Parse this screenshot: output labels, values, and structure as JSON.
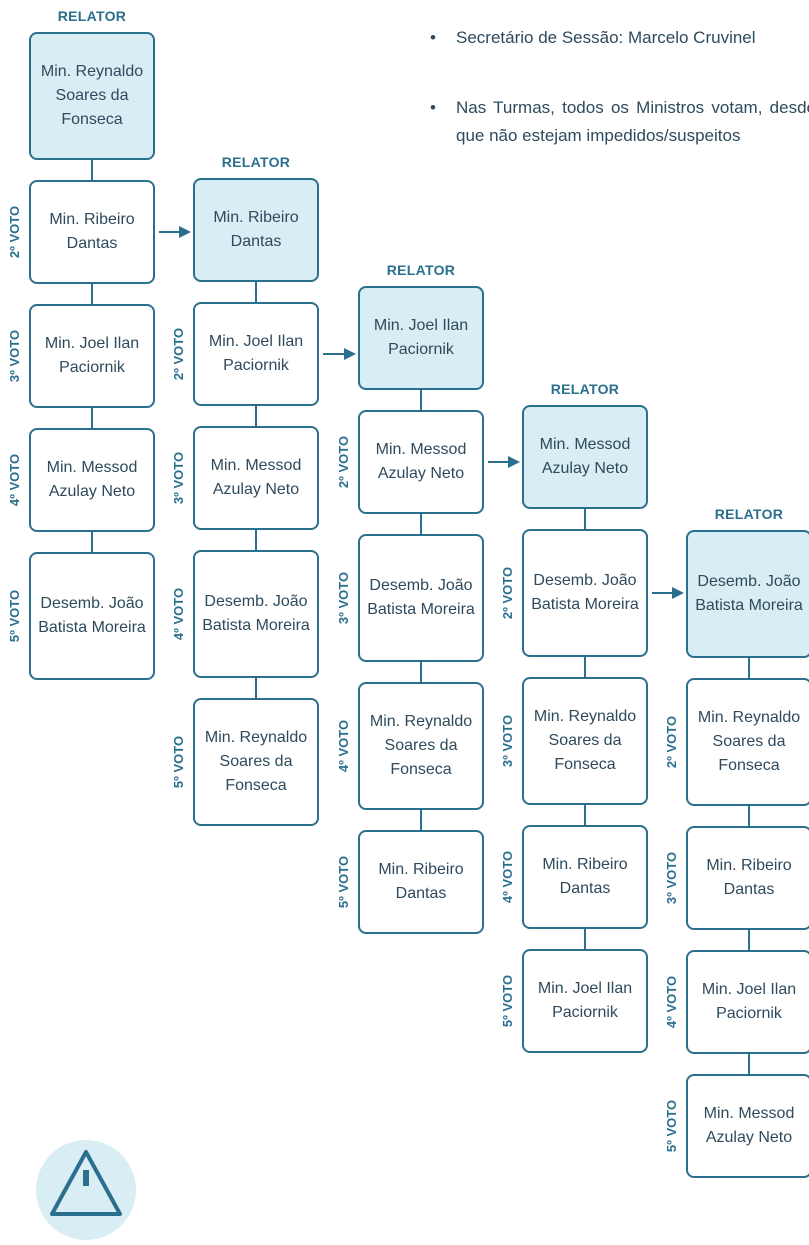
{
  "notes": [
    "Secretário de Sessão: Marcelo Cruvinel",
    "Nas Turmas, todos os Ministros votam, desde que não estejam impedidos/suspeitos"
  ],
  "relator_label": "RELATOR",
  "vote_labels": [
    "2º VOTO",
    "3º VOTO",
    "4º VOTO",
    "5º VOTO"
  ],
  "columns": [
    [
      "Min. Reynaldo Soares da Fonseca",
      "Min. Ribeiro Dantas",
      "Min. Joel Ilan Paciornik",
      "Min. Messod Azulay Neto",
      "Desemb. João Batista Moreira"
    ],
    [
      "Min. Ribeiro Dantas",
      "Min. Joel Ilan Paciornik",
      "Min. Messod Azulay Neto",
      "Desemb. João Batista Moreira",
      "Min. Reynaldo Soares da Fonseca"
    ],
    [
      "Min. Joel Ilan Paciornik",
      "Min. Messod Azulay Neto",
      "Desemb. João Batista Moreira",
      "Min. Reynaldo Soares da Fonseca",
      "Min. Ribeiro Dantas"
    ],
    [
      "Min. Messod Azulay Neto",
      "Desemb. João Batista Moreira",
      "Min. Reynaldo Soares da Fonseca",
      "Min. Ribeiro Dantas",
      "Min. Joel Ilan Paciornik"
    ],
    [
      "Desemb. João Batista Moreira",
      "Min. Reynaldo Soares da Fonseca",
      "Min. Ribeiro Dantas",
      "Min. Joel Ilan Paciornik",
      "Min. Messod Azulay Neto"
    ]
  ],
  "colors": {
    "primary": "#2b6f8e",
    "relator_fill": "#d9edf4",
    "text": "#2e4a5c"
  },
  "icons": [
    "warning-icon"
  ]
}
